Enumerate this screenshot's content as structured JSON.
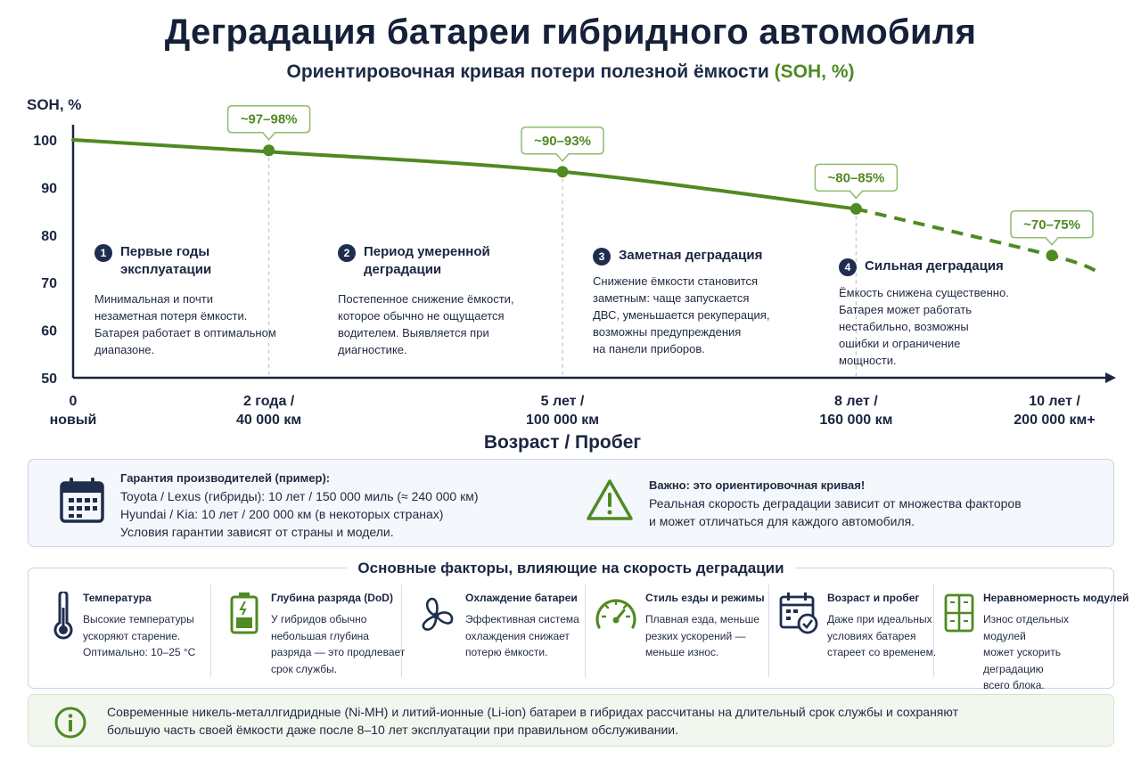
{
  "title": "Деградация батареи гибридного автомобиля",
  "subtitle_main": "Ориентировочная кривая потери полезной ёмкости",
  "subtitle_accent": "(SOH, %)",
  "colors": {
    "accent": "#4f8a22",
    "navy": "#1f2d4e",
    "text": "#1a2540",
    "grid": "#c7c7c7"
  },
  "chart_data": {
    "type": "line",
    "ylabel": "SOH, %",
    "xlabel": "Возраст / Пробег",
    "ylim": [
      50,
      100
    ],
    "yticks": [
      "100",
      "90",
      "80",
      "70",
      "60",
      "50"
    ],
    "x_ticks": [
      {
        "x": 0,
        "line1": "0",
        "line2": "новый"
      },
      {
        "x": 2,
        "line1": "2 года /",
        "line2": "40 000 км"
      },
      {
        "x": 5,
        "line1": "5 лет /",
        "line2": "100 000 км"
      },
      {
        "x": 8,
        "line1": "8 лет /",
        "line2": "160 000 км"
      },
      {
        "x": 10,
        "line1": "10 лет /",
        "line2": "200 000 км+"
      }
    ],
    "series": [
      {
        "solid_until": 8,
        "x": [
          0,
          2,
          5,
          8,
          10,
          10.5
        ],
        "y": [
          100,
          97.5,
          93.3,
          85.5,
          75.7,
          72
        ]
      }
    ],
    "markers": [
      {
        "x": 2,
        "y": 97.8,
        "label": "~97–98%"
      },
      {
        "x": 5,
        "y": 93.3,
        "label": "~90–93%"
      },
      {
        "x": 8,
        "y": 85.5,
        "label": "~80–85%"
      },
      {
        "x": 10,
        "y": 75.7,
        "label": "~70–75%"
      }
    ],
    "legend": "none",
    "grid": "vertical dashed at markers"
  },
  "stages": [
    {
      "num": "1",
      "title_1": "Первые годы",
      "title_2": "эксплуатации",
      "lines": [
        "Минимальная и почти",
        "незаметная потеря ёмкости.",
        "Батарея работает в оптимальном",
        "диапазоне."
      ]
    },
    {
      "num": "2",
      "title_1": "Период умеренной",
      "title_2": "деградации",
      "lines": [
        "Постепенное снижение ёмкости,",
        "которое обычно не ощущается",
        "водителем. Выявляется при",
        "диагностике."
      ]
    },
    {
      "num": "3",
      "title_1": "Заметная деградация",
      "title_2": "",
      "lines": [
        "Снижение ёмкости становится",
        "заметным: чаще запускается",
        "ДВС, уменьшается рекуперация,",
        "возможны предупреждения",
        "на панели приборов."
      ]
    },
    {
      "num": "4",
      "title_1": "Сильная деградация",
      "title_2": "",
      "lines": [
        "Ёмкость снижена существенно.",
        "Батарея может работать",
        "нестабильно, возможны",
        "ошибки и ограничение",
        "мощности."
      ]
    }
  ],
  "warranty": {
    "icon": "calendar-icon",
    "heading": "Гарантия производителей (пример):",
    "line1": "Toyota / Lexus (гибриды): 10 лет / 150 000 миль (≈ 240 000 км)",
    "line2": "Hyundai / Kia: 10 лет / 200 000 км (в некоторых странах)",
    "line3": "Условия гарантии зависят от страны и модели."
  },
  "important": {
    "icon": "warning-triangle-icon",
    "heading": "Важно: это ориентировочная кривая!",
    "line1": "Реальная скорость деградации зависит от множества факторов",
    "line2": "и может отличаться для каждого автомобиля."
  },
  "factors_title": "Основные факторы, влияющие на скорость деградации",
  "factors": [
    {
      "icon": "thermometer-icon",
      "title": "Температура",
      "lines": [
        "Высокие температуры",
        "ускоряют старение.",
        "Оптимально: 10–25 °С"
      ]
    },
    {
      "icon": "battery-icon",
      "title": "Глубина разряда (DoD)",
      "lines": [
        "У гибридов обычно",
        "небольшая глубина",
        "разряда — это продлевает",
        "срок службы."
      ]
    },
    {
      "icon": "fan-icon",
      "title": "Охлаждение батареи",
      "lines": [
        "Эффективная система",
        "охлаждения снижает",
        "потерю ёмкости."
      ]
    },
    {
      "icon": "speedometer-icon",
      "title": "Стиль езды и режимы",
      "lines": [
        "Плавная езда, меньше",
        "резких ускорений —",
        "меньше износ."
      ]
    },
    {
      "icon": "calendar-check-icon",
      "title": "Возраст и пробег",
      "lines": [
        "Даже при идеальных",
        "условиях батарея",
        "стареет со временем."
      ]
    },
    {
      "icon": "modules-grid-icon",
      "title": "Неравномерность модулей",
      "lines": [
        "Износ отдельных модулей",
        "может ускорить деградацию",
        "всего блока."
      ]
    }
  ],
  "info": {
    "icon": "info-icon",
    "line1": "Современные никель-металлгидридные (Ni-MH) и литий-ионные (Li-ion) батареи в гибридах рассчитаны на длительный срок службы и сохраняют",
    "line2": "большую часть своей ёмкости даже после 8–10 лет эксплуатации при правильном обслуживании."
  }
}
